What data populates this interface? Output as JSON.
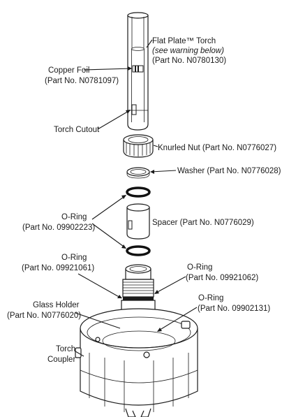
{
  "labels": {
    "torch": {
      "line1": "Flat Plate™ Torch",
      "line2": "(see warning below)",
      "line3": "(Part No. N0780130)"
    },
    "copper_foil": {
      "line1": "Copper Foil",
      "line2": "(Part No. N0781097)"
    },
    "torch_cutout": "Torch Cutout",
    "knurled_nut": "Knurled Nut (Part No. N0776027)",
    "washer": "Washer (Part No. N0776028)",
    "oring_top": {
      "line1": "O-Ring",
      "line2": "(Part No. 09902223)"
    },
    "spacer": "Spacer (Part No. N0776029)",
    "oring_left": {
      "line1": "O-Ring",
      "line2": "(Part No. 09921061)"
    },
    "oring_right1": {
      "line1": "O-Ring",
      "line2": "(Part No. 09921062)"
    },
    "oring_right2": {
      "line1": "O-Ring",
      "line2": "(Part No. 09902131)"
    },
    "glass_holder": {
      "line1": "Glass Holder",
      "line2": "(Part No. N0776020)"
    },
    "torch_coupler": {
      "line1": "Torch",
      "line2": "Coupler"
    }
  }
}
